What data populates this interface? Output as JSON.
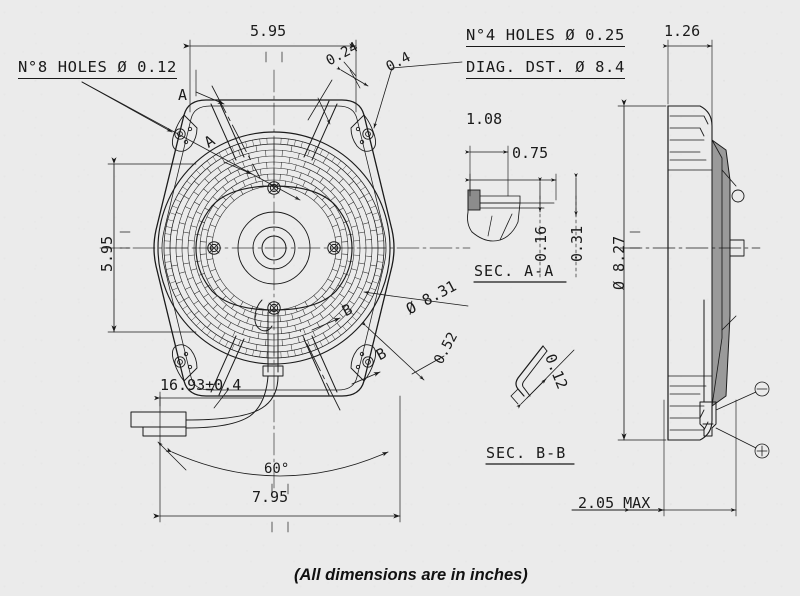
{
  "drawing": {
    "title_caption": "(All dimensions are in inches)",
    "background_color": "#ebebeb",
    "line_color": "#1a1a1a",
    "units": "inches"
  },
  "notes": {
    "holes_8": "N°8 HOLES Ø 0.12",
    "holes_4": "N°4 HOLES Ø 0.25",
    "diag_dst": "DIAG. DST. Ø 8.4"
  },
  "front_view": {
    "width_top": "5.95",
    "height_left": "5.95",
    "overall_width": "7.95",
    "angle": "60°",
    "blade_dia": "Ø 8.31",
    "tab_offset_a": "0.24",
    "tab_offset_b": "0.4",
    "tab_thickness": "0.52",
    "cable_length": "16.93±0.4",
    "section_a_mark_1": "A",
    "section_a_mark_2": "A",
    "section_b_mark_1": "B",
    "section_b_mark_2": "B"
  },
  "section_aa": {
    "label": "SEC. A-A",
    "dim_1": "1.08",
    "dim_2": "0.75",
    "dim_3": "0.16",
    "dim_4": "0.31"
  },
  "section_bb": {
    "label": "SEC. B-B",
    "dim_1": "0.12"
  },
  "side_view": {
    "depth": "1.26",
    "diameter": "Ø 8.27",
    "max_depth": "2.05 MAX",
    "terminal_negative": "⊖",
    "terminal_positive": "⊕"
  }
}
